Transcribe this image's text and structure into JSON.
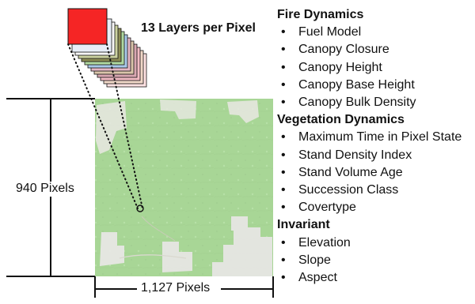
{
  "diagram": {
    "layers_label": "13 Layers per Pixel",
    "height_label": "940 Pixels",
    "width_label": "1,127 Pixels",
    "colors": {
      "top_layer": "#f52525",
      "map_green": "#a8d696",
      "map_light": "#e9e8e3",
      "stack_colors": [
        "#ffe2e2",
        "#f1d8c8",
        "#f2bbc3",
        "#d8a7b1",
        "#d9c4aa",
        "#e4b7c4",
        "#a8c8e8",
        "#b0d8a0",
        "#8d8d56",
        "#cbd2a0",
        "#f6f6f6",
        "#e8eef8"
      ]
    }
  },
  "legend": {
    "groups": [
      {
        "title": "Fire Dynamics",
        "items": [
          "Fuel Model",
          "Canopy Closure",
          "Canopy Height",
          "Canopy Base Height",
          "Canopy Bulk Density"
        ]
      },
      {
        "title": "Vegetation Dynamics",
        "items": [
          "Maximum Time in Pixel State",
          "Stand Density Index",
          "Stand Volume Age",
          "Succession Class",
          "Covertype"
        ]
      },
      {
        "title": "Invariant",
        "items": [
          "Elevation",
          "Slope",
          "Aspect"
        ]
      }
    ]
  }
}
